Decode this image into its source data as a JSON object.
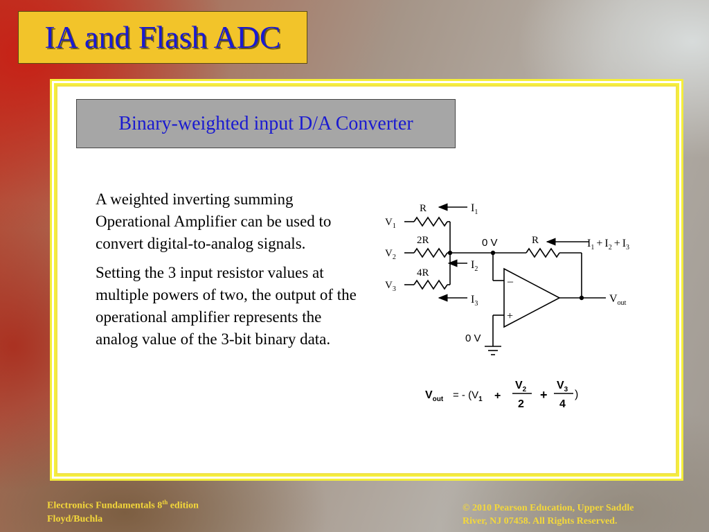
{
  "slide": {
    "title": "IA and Flash ADC",
    "subtitle": "Binary-weighted input D/A Converter",
    "paragraphs": [
      "A weighted inverting summing Operational Amplifier can be used to convert digital-to-analog signals.",
      "Setting the 3 input resistor values at multiple powers of two, the output of the operational amplifier represents the analog value of the 3-bit binary data."
    ]
  },
  "circuit": {
    "r1": "R",
    "r2": "2R",
    "r3": "4R",
    "rf": "R",
    "v1": "V",
    "v1_sub": "1",
    "v2": "V",
    "v2_sub": "2",
    "v3": "V",
    "v3_sub": "3",
    "i1": "I",
    "i1_sub": "1",
    "i2": "I",
    "i2_sub": "2",
    "i3": "I",
    "i3_sub": "3",
    "isum": "I",
    "isum_sub1": "1",
    "isum_sub2": "2",
    "isum_sub3": "3",
    "plus": "+",
    "node_voltage": "0 V",
    "ground_voltage": "0 V",
    "vout": "V",
    "vout_sub": "out",
    "minus_sign": "–",
    "plus_sign": "+"
  },
  "formula": {
    "lhs": "V",
    "lhs_sub": "out",
    "eq": "= - (V",
    "v1_sub": "1",
    "plus1": "+",
    "num2": "V",
    "num2_sub": "2",
    "den2": "2",
    "plus2": "+",
    "num3": "V",
    "num3_sub": "3",
    "den3": "4",
    "close": ")"
  },
  "footer": {
    "left_line1": "Electronics Fundamentals 8",
    "left_sup": "th",
    "left_line1_end": " edition",
    "left_line2": "Floyd/Buchla",
    "right_line1": "© 2010 Pearson Education, Upper Saddle",
    "right_line2": "River, NJ 07458.  All Rights Reserved."
  },
  "colors": {
    "title_bg": "#f2c42a",
    "title_text": "#1a1ad0",
    "panel_border": "#f5ee3a",
    "subtitle_bg": "#a6a6a6",
    "footer_text": "#f4d83a"
  }
}
